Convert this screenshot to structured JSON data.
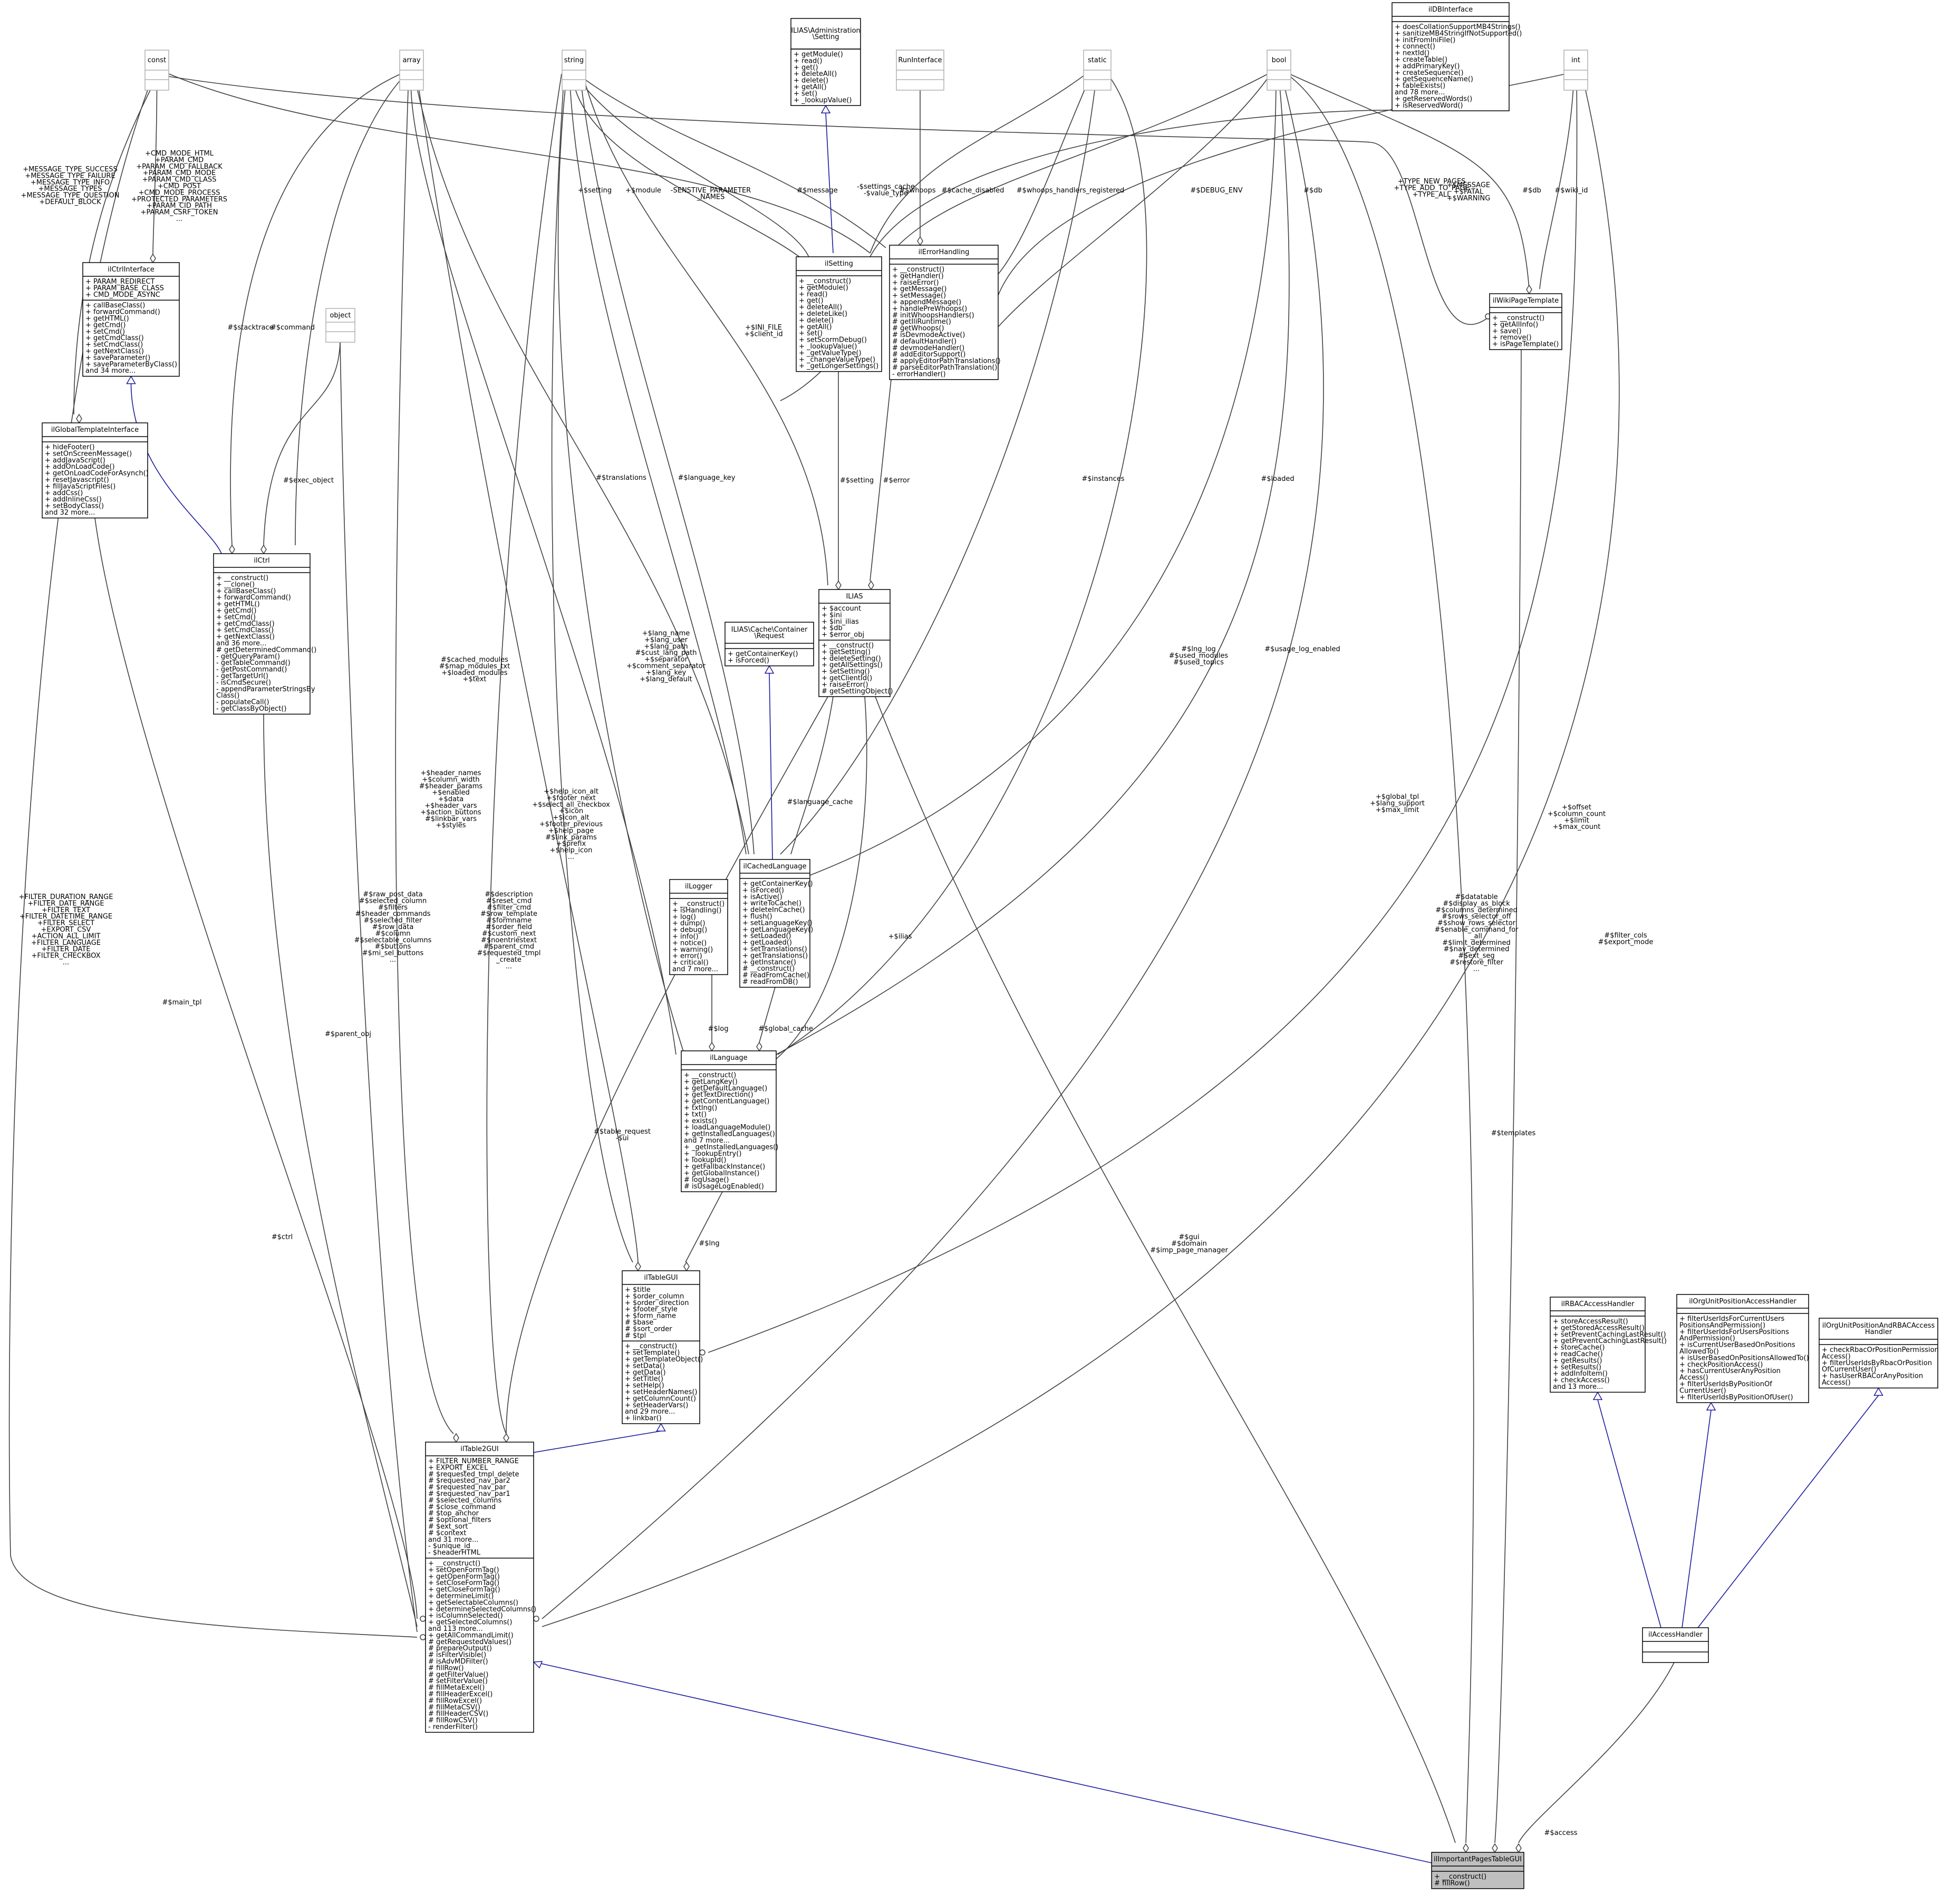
{
  "classes": {
    "const": {
      "title": [
        "const"
      ],
      "attrs": [],
      "methods": []
    },
    "array": {
      "title": [
        "array"
      ],
      "attrs": [],
      "methods": []
    },
    "string": {
      "title": [
        "string"
      ],
      "attrs": [],
      "methods": []
    },
    "admin_setting": {
      "title": [
        "ILIAS\\Administration",
        "\\Setting"
      ],
      "attrs": [],
      "methods": [
        "+ getModule()",
        "+ read()",
        "+ get()",
        "+ deleteAll()",
        "+ delete()",
        "+ getAll()",
        "+ set()",
        "+ _lookupValue()"
      ]
    },
    "runinterface": {
      "title": [
        "RunInterface"
      ],
      "attrs": [],
      "methods": []
    },
    "static": {
      "title": [
        "static"
      ],
      "attrs": [],
      "methods": []
    },
    "bool": {
      "title": [
        "bool"
      ],
      "attrs": [],
      "methods": []
    },
    "dbinterface": {
      "title": [
        "ilDBInterface"
      ],
      "attrs": [],
      "methods": [
        "+ doesCollationSupportMB4Strings()",
        "+ sanitizeMB4StringIfNotSupported()",
        "+ initFromIniFile()",
        "+ connect()",
        "+ nextId()",
        "+ createTable()",
        "+ addPrimaryKey()",
        "+ createSequence()",
        "+ getSequenceName()",
        "+ tableExists()",
        "and 78 more...",
        "+ getReservedWords()",
        "+ isReservedWord()"
      ]
    },
    "int": {
      "title": [
        "int"
      ],
      "attrs": [],
      "methods": []
    },
    "ctrlinterface": {
      "title": [
        "ilCtrlInterface"
      ],
      "attrs": [
        "+ PARAM_REDIRECT",
        "+ PARAM_BASE_CLASS",
        "+ CMD_MODE_ASYNC"
      ],
      "methods": [
        "+ callBaseClass()",
        "+ forwardCommand()",
        "+ getHTML()",
        "+ getCmd()",
        "+ setCmd()",
        "+ getCmdClass()",
        "+ setCmdClass()",
        "+ getNextClass()",
        "+ saveParameter()",
        "+ saveParameterByClass()",
        "and 34 more..."
      ]
    },
    "object": {
      "title": [
        "object"
      ],
      "attrs": [],
      "methods": []
    },
    "globaltpl": {
      "title": [
        "ilGlobalTemplateInterface"
      ],
      "attrs": [],
      "methods": [
        "+ hideFooter()",
        "+ setOnScreenMessage()",
        "+ addJavaScript()",
        "+ addOnLoadCode()",
        "+ getOnLoadCodeForAsynch()",
        "+ resetJavascript()",
        "+ fillJavaScriptFiles()",
        "+ addCss()",
        "+ addInlineCss()",
        "+ setBodyClass()",
        "and 32 more..."
      ]
    },
    "ctrl": {
      "title": [
        "ilCtrl"
      ],
      "attrs": [],
      "methods": [
        "+ __construct()",
        "+ __clone()",
        "+ callBaseClass()",
        "+ forwardCommand()",
        "+ getHTML()",
        "+ getCmd()",
        "+ setCmd()",
        "+ getCmdClass()",
        "+ setCmdClass()",
        "+ getNextClass()",
        "and 36 more...",
        "# getDeterminedCommand()",
        "- getQueryParam()",
        "- getTableCommand()",
        "- getPostCommand()",
        "- getTargetUrl()",
        "- isCmdSecure()",
        "- appendParameterStringsBy",
        "  Class()",
        "- populateCall()",
        "- getClassByObject()"
      ]
    },
    "setting": {
      "title": [
        "ilSetting"
      ],
      "attrs": [],
      "methods": [
        "+ __construct()",
        "+ getModule()",
        "+ read()",
        "+ get()",
        "+ deleteAll()",
        "+ deleteLike()",
        "+ delete()",
        "+ getAll()",
        "+ set()",
        "+ setScormDebug()",
        "+ _lookupValue()",
        "+ _getValueType()",
        "+ _changeValueType()",
        "+ _getLongerSettings()"
      ]
    },
    "errorhandling": {
      "title": [
        "ilErrorHandling"
      ],
      "attrs": [],
      "methods": [
        "+ __construct()",
        "+ getHandler()",
        "+ raiseError()",
        "+ getMessage()",
        "+ setMessage()",
        "+ appendMessage()",
        "+ handlePreWhoops()",
        "# initWhoopsHandlers()",
        "# getIliRuntime()",
        "# getWhoops()",
        "# isDevmodeActive()",
        "# defaultHandler()",
        "# devmodeHandler()",
        "# addEditorSupport()",
        "# applyEditorPathTranslations()",
        "# parseEditorPathTranslation()",
        "- errorHandler()"
      ]
    },
    "wikipagetemplate": {
      "title": [
        "ilWikiPageTemplate"
      ],
      "attrs": [],
      "methods": [
        "+ __construct()",
        "+ getAllInfo()",
        "+ save()",
        "+ remove()",
        "+ isPageTemplate()"
      ]
    },
    "ilias": {
      "title": [
        "ILIAS"
      ],
      "attrs": [
        "+ $account",
        "+ $ini",
        "+ $ini_ilias",
        "+ $db",
        "+ $error_obj"
      ],
      "methods": [
        "+ __construct()",
        "+ getSetting()",
        "+ deleteSetting()",
        "+ getAllSettings()",
        "+ setSetting()",
        "+ getClientId()",
        "+ raiseError()",
        "# getSettingObject()"
      ]
    },
    "cacherequest": {
      "title": [
        "ILIAS\\Cache\\Container",
        "\\Request"
      ],
      "attrs": [],
      "methods": [
        "+ getContainerKey()",
        "+ isForced()"
      ]
    },
    "cachedlanguage": {
      "title": [
        "ilCachedLanguage"
      ],
      "attrs": [],
      "methods": [
        "+ getContainerKey()",
        "+ isForced()",
        "+ isActive()",
        "+ writeToCache()",
        "+ deleteInCache()",
        "+ flush()",
        "+ setLanguageKey()",
        "+ getLanguageKey()",
        "+ setLoaded()",
        "+ getLoaded()",
        "+ setTranslations()",
        "+ getTranslations()",
        "+ getInstance()",
        "# __construct()",
        "# readFromCache()",
        "# readFromDB()"
      ]
    },
    "logger": {
      "title": [
        "ilLogger"
      ],
      "attrs": [],
      "methods": [
        "+ __construct()",
        "+ isHandling()",
        "+ log()",
        "+ dump()",
        "+ debug()",
        "+ info()",
        "+ notice()",
        "+ warning()",
        "+ error()",
        "+ critical()",
        "and 7 more..."
      ]
    },
    "language": {
      "title": [
        "ilLanguage"
      ],
      "attrs": [],
      "methods": [
        "+ __construct()",
        "+ getLangKey()",
        "+ getDefaultLanguage()",
        "+ getTextDirection()",
        "+ getContentLanguage()",
        "+ txtlng()",
        "+ txt()",
        "+ exists()",
        "+ loadLanguageModule()",
        "+ getInstalledLanguages()",
        "and 7 more...",
        "+ _getInstalledLanguages()",
        "+ _lookupEntry()",
        "+ lookupId()",
        "+ getFallbackInstance()",
        "+ getGlobalInstance()",
        "# logUsage()",
        "# isUsageLogEnabled()"
      ]
    },
    "tablegui": {
      "title": [
        "ilTableGUI"
      ],
      "attrs": [
        "+ $title",
        "+ $order_column",
        "+ $order_direction",
        "+ $footer_style",
        "+ $form_name",
        "# $base",
        "# $sort_order",
        "# $tpl"
      ],
      "methods": [
        "+ __construct()",
        "+ setTemplate()",
        "+ getTemplateObject()",
        "+ setData()",
        "+ getData()",
        "+ setTitle()",
        "+ setHelp()",
        "+ setHeaderNames()",
        "+ getColumnCount()",
        "+ setHeaderVars()",
        "and 29 more...",
        "+ linkbar()"
      ]
    },
    "table2gui": {
      "title": [
        "ilTable2GUI"
      ],
      "attrs": [
        "+ FILTER_NUMBER_RANGE",
        "+ EXPORT_EXCEL",
        "# $requested_tmpl_delete",
        "# $requested_nav_par2",
        "# $requested_nav_par",
        "# $requested_nav_par1",
        "# $selected_columns",
        "# $close_command",
        "# $top_anchor",
        "# $optional_filters",
        "# $ext_sort",
        "# $context",
        "and 31 more...",
        "- $unique_id",
        "- $headerHTML"
      ],
      "methods": [
        "+ __construct()",
        "+ setOpenFormTag()",
        "+ getOpenFormTag()",
        "+ setCloseFormTag()",
        "+ getCloseFormTag()",
        "+ determineLimit()",
        "+ getSelectableColumns()",
        "+ determineSelectedColumns()",
        "+ isColumnSelected()",
        "+ getSelectedColumns()",
        "and 113 more...",
        "+ getAllCommandLimit()",
        "# getRequestedValues()",
        "# prepareOutput()",
        "# isFilterVisible()",
        "# isAdvMDFilter()",
        "# fillRow()",
        "# getFilterValue()",
        "# setFilterValue()",
        "# fillMetaExcel()",
        "# fillHeaderExcel()",
        "# fillRowExcel()",
        "# fillMetaCSV()",
        "# fillHeaderCSV()",
        "# fillRowCSV()",
        "- renderFilter()"
      ]
    },
    "rbac": {
      "title": [
        "ilRBACAccessHandler"
      ],
      "attrs": [],
      "methods": [
        "+ storeAccessResult()",
        "+ getStoredAccessResult()",
        "+ setPreventCachingLastResult()",
        "+ getPreventCachingLastResult()",
        "+ storeCache()",
        "+ readCache()",
        "+ getResults()",
        "+ setResults()",
        "+ addInfoItem()",
        "+ checkAccess()",
        "and 13 more..."
      ]
    },
    "orgunit": {
      "title": [
        "ilOrgUnitPositionAccessHandler"
      ],
      "attrs": [],
      "methods": [
        "+ filterUserIdsForCurrentUsers",
        "  PositionsAndPermission()",
        "+ filterUserIdsForUsersPositions",
        "  AndPermission()",
        "+ isCurrentUserBasedOnPositions",
        "  AllowedTo()",
        "+ isUserBasedOnPositionsAllowedTo()",
        "+ checkPositionAccess()",
        "+ hasCurrentUserAnyPosition",
        "  Access()",
        "+ filterUserIdsByPositionOf",
        "  CurrentUser()",
        "+ filterUserIdsByPositionOfUser()"
      ]
    },
    "orgunitrbac": {
      "title": [
        "ilOrgUnitPositionAndRBACAccess",
        "Handler"
      ],
      "attrs": [],
      "methods": [
        "+ checkRbacOrPositionPermission",
        "  Access()",
        "+ filterUserIdsByRbacOrPosition",
        "  OfCurrentUser()",
        "+ hasUserRBACorAnyPosition",
        "  Access()"
      ]
    },
    "accesshandler": {
      "title": [
        "ilAccessHandler"
      ],
      "attrs": [],
      "methods": []
    },
    "importantpages": {
      "title": [
        "ilImportantPagesTableGUI"
      ],
      "attrs": [],
      "methods": [
        "+ __construct()",
        "# fillRow()"
      ]
    }
  },
  "edge_labels": {
    "const_ctrlif": [
      "+CMD_MODE_HTML",
      "+PARAM_CMD",
      "+PARAM_CMD_FALLBACK",
      "+PARAM_CMD_MODE",
      "+PARAM_CMD_CLASS",
      "+CMD_POST",
      "+CMD_MODE_PROCESS",
      "+PROTECTED_PARAMETERS",
      "+PARAM_CID_PATH",
      "+PARAM_CSRF_TOKEN",
      "..."
    ],
    "const_globaltpl": [
      "+MESSAGE_TYPE_SUCCESS",
      "+MESSAGE_TYPE_FAILURE",
      "+MESSAGE_TYPE_INFO",
      "+MESSAGE_TYPES",
      "+MESSAGE_TYPE_QUESTION",
      "+DEFAULT_BLOCK"
    ],
    "const_table2": [
      "+FILTER_DURATION_RANGE",
      "+FILTER_DATE_RANGE",
      "+FILTER_TEXT",
      "+FILTER_DATETIME_RANGE",
      "+FILTER_SELECT",
      "+EXPORT_CSV",
      "+ACTION_ALL_LIMIT",
      "+FILTER_LANGUAGE",
      "+FILTER_DATE",
      "+FILTER_CHECKBOX",
      "..."
    ],
    "array_ctrl_stack": [
      "#$stacktrace"
    ],
    "array_ctrl_cmd": [
      "#$command"
    ],
    "object_ctrl": [
      "#$exec_object"
    ],
    "string_setting": [
      "+$setting"
    ],
    "string_module": [
      "+$module"
    ],
    "sensitive": [
      "-SENSTIVE_PARAMETER",
      "_NAMES"
    ],
    "settings_cache": [
      "-$settings_cache",
      "-$value_type"
    ],
    "message": [
      "#$message"
    ],
    "whoops": [
      "#$whoops"
    ],
    "cache_disabled": [
      "#$cache_disabled"
    ],
    "whoops_reg": [
      "#$whoops_handlers_registered"
    ],
    "debug_env": [
      "#$DEBUG_ENV"
    ],
    "db_setting": [
      "#$db"
    ],
    "db_wiki": [
      "#$db"
    ],
    "wiki_id": [
      "#$wiki_id"
    ],
    "wiki_const": [
      "+TYPE_NEW_PAGES",
      "+TYPE_ADD_TO_PAGE",
      "+TYPE_ALL"
    ],
    "err_int": [
      "+$MESSAGE",
      "+$FATAL",
      "+$WARNING"
    ],
    "ini_file": [
      "+$INI_FILE",
      "+$client_id"
    ],
    "setting_ilias": [
      "#$setting"
    ],
    "error_ilias": [
      "#$error"
    ],
    "translations": [
      "#$translations"
    ],
    "language_key": [
      "#$language_key"
    ],
    "instances": [
      "#$instances"
    ],
    "loaded": [
      "#$loaded"
    ],
    "lang_names": [
      "+$lang_name",
      "+$lang_user",
      "+$lang_path",
      "#$cust_lang_path",
      "+$separator",
      "+$comment_separator",
      "+$lang_key",
      "+$lang_default"
    ],
    "cached_modules": [
      "#$cached_modules",
      "#$map_modules_txt",
      "+$loaded_modules",
      "+$text"
    ],
    "lng_log": [
      "#$lng_log",
      "#$used_modules",
      "#$used_topics"
    ],
    "usage_log": [
      "#$usage_log_enabled"
    ],
    "language_cache": [
      "#$language_cache"
    ],
    "ilias_lang": [
      "+$ilias"
    ],
    "log": [
      "#$log"
    ],
    "global_cache": [
      "#$global_cache"
    ],
    "lng": [
      "#$lng"
    ],
    "help_icon": [
      "+$help_icon_alt",
      "+$footer_next",
      "+$select_all_checkbox",
      "+$icon",
      "+$icon_alt",
      "+$footer_previous",
      "+$help_page",
      "#$link_params",
      "+$prefix",
      "+$help_icon",
      "..."
    ],
    "header_names": [
      "+$header_names",
      "+$column_width",
      "#$header_params",
      "+$enabled",
      "+$data",
      "+$header_vars",
      "+$action_buttons",
      "#$linkbar_vars",
      "+$styles"
    ],
    "global_tpl": [
      "+$global_tpl",
      "+$lang_support",
      "+$max_limit"
    ],
    "offset": [
      "+$offset",
      "+$column_count",
      "+$limit",
      "+$max_count"
    ],
    "raw_post": [
      "#$raw_post_data",
      "#$selected_column",
      "#$filters",
      "#$header_commands",
      "#$selected_filter",
      "#$row_data",
      "#$column",
      "#$selectable_columns",
      "#$buttons",
      "#$mi_sel_buttons",
      "..."
    ],
    "description": [
      "#$description",
      "#$reset_cmd",
      "#$filter_cmd",
      "#$row_template",
      "#$formname",
      "#$order_field",
      "#$custom_next",
      "#$noentriestext",
      "#$parent_cmd",
      "#$requested_tmpl",
      "_create",
      "..."
    ],
    "datatable": [
      "#$datatable",
      "#$display_as_block",
      "#$columns_determined",
      "#$rows_selector_off",
      "#$show_rows_selector",
      "#$enable_command_for",
      "_all",
      "#$limit_determined",
      "#$nav_determined",
      "#$ext_seg",
      "#$restore_filter",
      "..."
    ],
    "filter_cols": [
      "#$filter_cols",
      "#$export_mode"
    ],
    "main_tpl": [
      "#$main_tpl"
    ],
    "ctrl_t2": [
      "#$ctrl"
    ],
    "parent_obj": [
      "#$parent_obj"
    ],
    "table_request": [
      "#$table_request",
      "-$ui"
    ],
    "gui": [
      "#$gui",
      "#$domain",
      "#$imp_page_manager"
    ],
    "templates": [
      "#$templates"
    ],
    "access": [
      "#$access"
    ]
  }
}
